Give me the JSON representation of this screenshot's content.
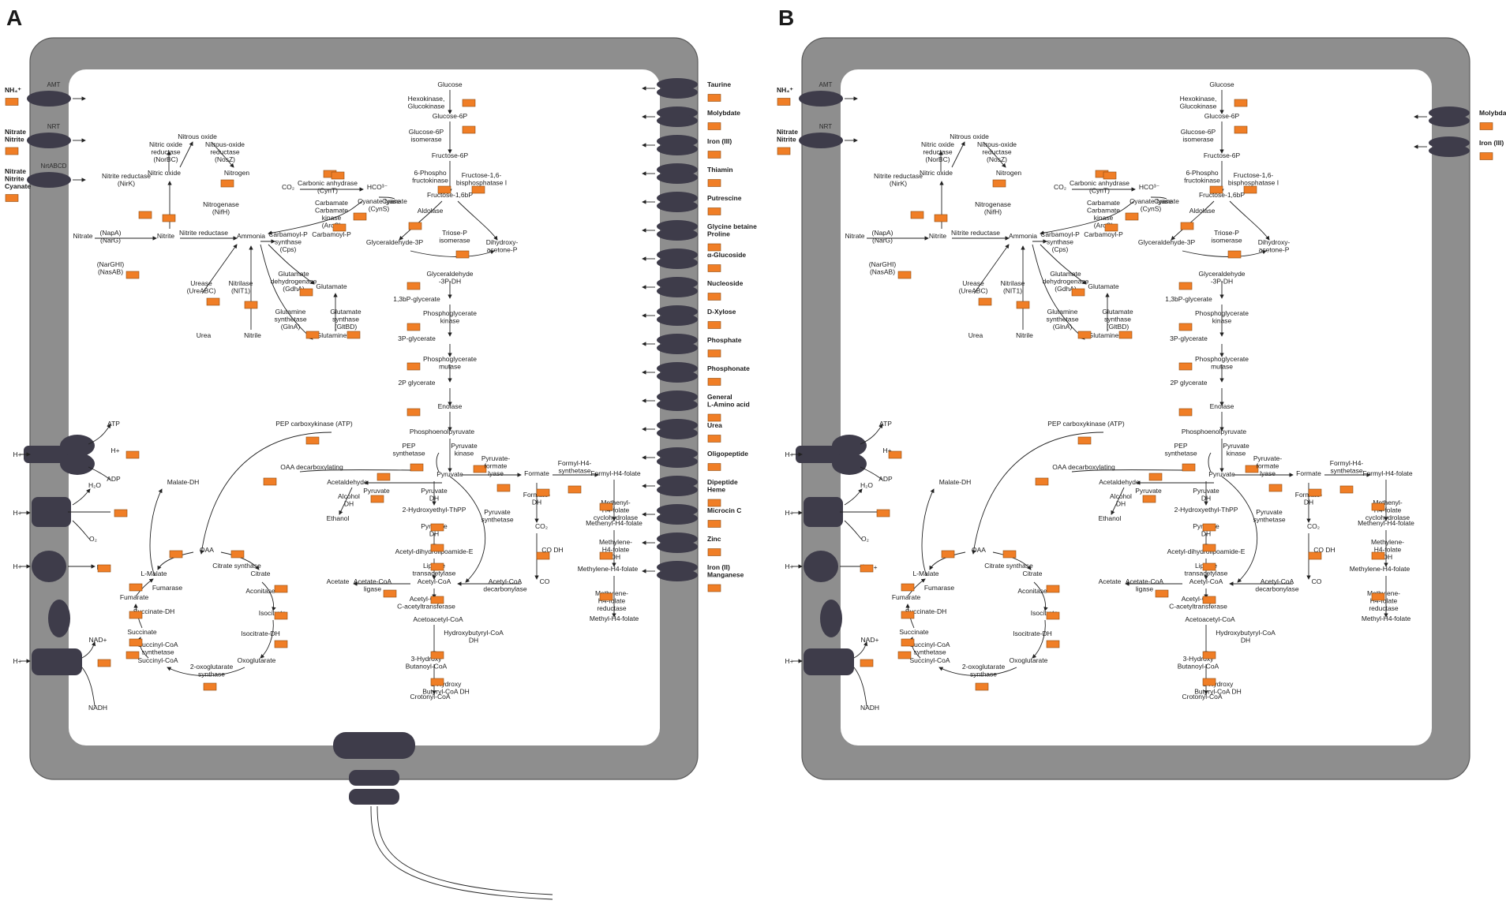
{
  "colors": {
    "membrane": "#8e8e8e",
    "membrane_edge": "#5a5a5a",
    "cytoplasm": "#ffffff",
    "transporter": "#3e3c4a",
    "gene_box": "#f07e26",
    "gene_box_edge": "#8a4a10",
    "line": "#222222"
  },
  "panels": [
    {
      "letter": "A",
      "membrane_labels": [
        "AMT",
        "NRT",
        "NrtABCD"
      ],
      "left_substrates": [
        "NH₄⁺",
        "Nitrate\nNitrite",
        "Nitrate\nNitrite\nCyanate"
      ],
      "left_energy": [
        "ATP",
        "H+",
        "ADP",
        "H₂O",
        "O₂",
        "H+",
        "NAD+",
        "NADH"
      ],
      "right_transporters": [
        "Taurine",
        "Molybdate",
        "Iron (III)",
        "Thiamin",
        "Putrescine",
        "Glycine betaine\nProline",
        "α-Glucoside",
        "Nucleoside",
        "D-Xylose",
        "Phosphate",
        "Phosphonate",
        "General\nL-Amino acid",
        "Urea",
        "Oligopeptide",
        "Dipeptide\nHeme",
        "Microcin C",
        "Zinc",
        "Iron (II)\nManganese"
      ]
    },
    {
      "letter": "B",
      "membrane_labels": [
        "AMT",
        "NRT"
      ],
      "left_substrates": [
        "NH₄⁺",
        "Nitrate\nNitrite"
      ],
      "left_energy": [
        "ATP",
        "H+",
        "ADP",
        "H₂O",
        "O₂",
        "H+",
        "NAD+",
        "NADH"
      ],
      "right_transporters": [
        "Molybdate",
        "Iron (III)"
      ]
    }
  ],
  "glycolysis": [
    "Glucose",
    "Hexokinase,\nGlucokinase",
    "Glucose-6P",
    "Glucose-6P\nisomerase",
    "Fructose-6P",
    "6-Phospho\nfructokinase",
    "Fructose-1,6-\nbisphosphatase I",
    "Fructose-1,6bP",
    "Aldolase",
    "Glyceraldehyde-3P",
    "Triose-P\nisomerase",
    "Dihydroxy-\nacetone-P",
    "Glyceraldehyde\n-3P-DH",
    "1,3bP-glycerate",
    "Phosphoglycerate\nkinase",
    "3P-glycerate",
    "Phosphoglycerate\nmutase",
    "2P glycerate",
    "Enolase",
    "Phosphoenolpyruvate",
    "PEP\nsynthetase",
    "Pyruvate\nkinase",
    "Pyruvate"
  ],
  "nitrogen": [
    "Nitrous oxide",
    "Nitric oxide\nreductase\n(NorBC)",
    "Nitrous-oxide\nreductase\n(NosZ)",
    "Nitric oxide",
    "Nitrogen",
    "Nitrite reductase\n(NirK)",
    "Nitrogenase\n(NifH)",
    "Nitrate",
    "(NapA)\n(NarG)",
    "Nitrite",
    "Nitrite reductase",
    "Ammonia",
    "(NarGHI)\n(NasAB)",
    "Urease\n(UreABC)",
    "Nitrilase\n(NIT1)",
    "Urea",
    "Nitrile",
    "CO₂",
    "Carbonic anhydrase\n(CynT)",
    "HCO³⁻",
    "Carbamate\nCarbamate\nkinase\n(ArcC)",
    "Carbamoyl-P",
    "Carbamoyl-P\nsynthase\n(Cps)",
    "Cyanate lyase\n(CynS)",
    "Cyanate",
    "Glutamate\ndehydrogenase\n(GdhA)",
    "Glutamate",
    "Glutamine\nsynthetase\n(GlnA)",
    "Glutamate\nsynthase\n(GltBD)",
    "Glutamine"
  ],
  "central": [
    "PEP carboxykinase (ATP)",
    "OAA decarboxylating",
    "Pyruvate-\nformate\nlyase",
    "Formate",
    "Formyl-H4-\nsynthetase",
    "Formyl-H4-folate",
    "Acetaldehyde",
    "Pyruvate\nDC",
    "Alcohol\nDH",
    "Ethanol",
    "Pyruvate\nDH",
    "2-Hydroxyethyl-ThPP",
    "Formate-\nDH",
    "Methenyl-\nH4-folate\ncyclohydrolase",
    "Pyruvate\nsynthetase",
    "CO₂",
    "Methenyl-H4-folate",
    "Pyruvate\nDH",
    "Acetyl-dihydrolipoamide-E",
    "CO DH",
    "Methylene-\nH4-folate\nDH",
    "Lipoate\ntransacetylase",
    "Methylene-H4-folate",
    "Acetate-CoA\nligase",
    "Acetyl-CoA\ndecarbonylase",
    "Acetate",
    "Acetyl-CoA",
    "CO",
    "Methylene-\nH4-folate\nreductase",
    "Acetyl-CoA\nC-acetyltransferase",
    "Methyl-H4-folate",
    "Acetoacetyl-CoA",
    "Hydroxybutyryl-CoA\nDH",
    "3-Hydroxy\nButanoyl-CoA",
    "3-Hydroxy\nButyryl-CoA DH",
    "Crotonyl-CoA"
  ],
  "tca": [
    "Malate-DH",
    "OAA",
    "L-Malate",
    "Citrate synthase",
    "Citrate",
    "Fumarase",
    "Aconitase",
    "Fumarate",
    "Isocitrate",
    "Succinate-DH",
    "Isocitrate-DH",
    "Succinate",
    "Succinyl-CoA\nsynthetase",
    "Succinyl-CoA",
    "2-oxoglutarate\nsynthase",
    "Oxoglutarate"
  ]
}
